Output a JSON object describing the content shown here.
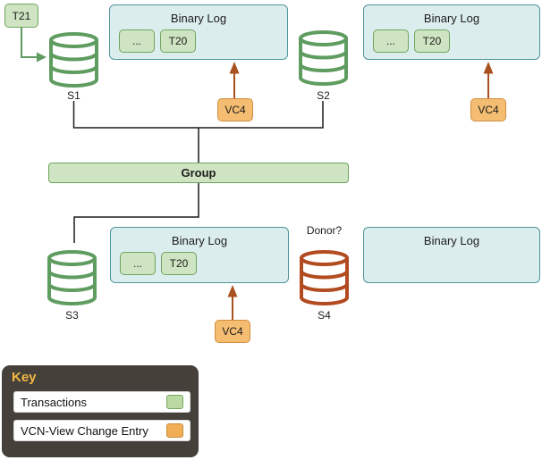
{
  "t21": {
    "label": "T21"
  },
  "group": {
    "label": "Group"
  },
  "servers": [
    {
      "label": "S1"
    },
    {
      "label": "S2"
    },
    {
      "label": "S3"
    },
    {
      "label": "S4",
      "annotation": "Donor?"
    }
  ],
  "binary_logs": [
    {
      "title": "Binary Log",
      "entries": [
        "...",
        "T20"
      ]
    },
    {
      "title": "Binary Log",
      "entries": [
        "...",
        "T20"
      ]
    },
    {
      "title": "Binary Log",
      "entries": [
        "...",
        "T20"
      ]
    },
    {
      "title": "Binary Log",
      "entries": []
    }
  ],
  "view_changes": [
    {
      "label": "VC4"
    },
    {
      "label": "VC4"
    },
    {
      "label": "VC4"
    }
  ],
  "key": {
    "title": "Key",
    "items": [
      {
        "label": "Transactions",
        "swatch": "green"
      },
      {
        "label": "VCN-View Change Entry",
        "swatch": "orange"
      }
    ]
  },
  "colors": {
    "transaction_fill": "#cfe4c2",
    "transaction_border": "#6fa55f",
    "binlog_fill": "#dcedee",
    "binlog_border": "#4f949c",
    "view_change_fill": "#f4bd71",
    "view_change_border": "#d18e42",
    "view_change_arrow": "#a8511f",
    "transaction_arrow": "#5f9b63",
    "database_green": "#5f9c60",
    "database_orange": "#b24b20",
    "connector_line": "#1c1c1c",
    "key_background": "#454039",
    "key_title_text": "#f1b844",
    "swatch_green": "#b9d9a1",
    "swatch_orange": "#f1ae55"
  }
}
